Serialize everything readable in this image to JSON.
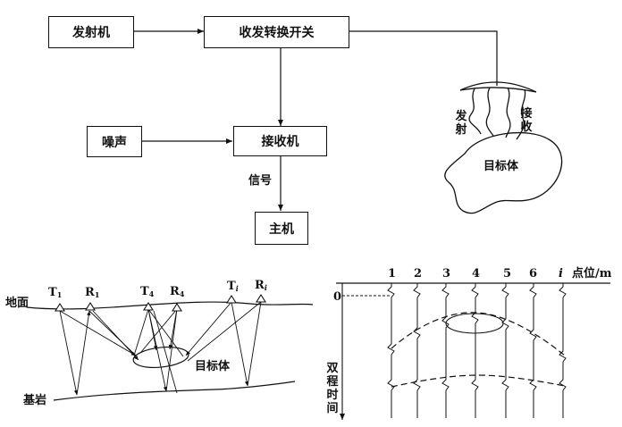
{
  "block_diagram": {
    "transmitter": "发射机",
    "switch": "收发转换开关",
    "noise": "噪声",
    "receiver": "接收机",
    "host": "主机",
    "signal_label": "信号",
    "antenna_transmit": "发射",
    "antenna_receive": "接收",
    "target": "目标体"
  },
  "cross_section": {
    "ground_label": "地面",
    "bedrock_label": "基岩",
    "target_label": "目标体",
    "stations": [
      {
        "letter": "T",
        "sub": "1"
      },
      {
        "letter": "R",
        "sub": "1"
      },
      {
        "letter": "T",
        "sub": "4"
      },
      {
        "letter": "R",
        "sub": "4"
      },
      {
        "letter": "T",
        "sub": "i"
      },
      {
        "letter": "R",
        "sub": "i"
      }
    ]
  },
  "record": {
    "trace_labels": [
      "1",
      "2",
      "3",
      "4",
      "5",
      "6",
      "i"
    ],
    "position_unit_label": "点位/m",
    "zero_label": "0",
    "time_axis_label": "双程时间"
  }
}
